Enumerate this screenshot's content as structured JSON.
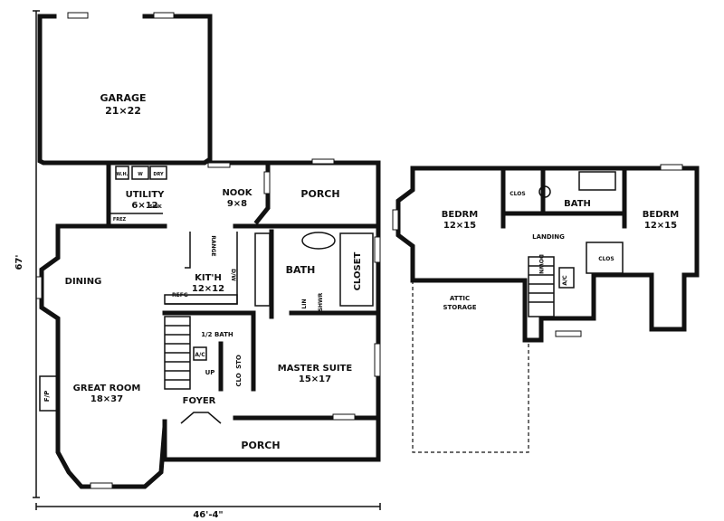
{
  "overall_depth": "67'",
  "overall_width": "46'-4\"",
  "first_floor": {
    "garage": {
      "name": "GARAGE",
      "size": "21×22"
    },
    "utility": {
      "name": "UTILITY",
      "size": "6×12"
    },
    "nook": {
      "name": "NOOK",
      "size": "9×8"
    },
    "porch_rear": "PORCH",
    "kitchen": {
      "name": "KIT'H",
      "size": "12×12"
    },
    "bath": "BATH",
    "closet": "CLOSET",
    "dining": "DINING",
    "great_room": {
      "name": "GREAT ROOM",
      "size": "18×37"
    },
    "master_suite": {
      "name": "MASTER SUITE",
      "size": "15×17"
    },
    "foyer": "FOYER",
    "porch_front": "PORCH",
    "half_bath": "1/2 BATH",
    "fireplace": "F/P",
    "up": "UP",
    "sto": "STO",
    "clo": "CLO",
    "ac": "A/C",
    "refg": "REFG",
    "range": "RANGE",
    "dw": "D/W",
    "lin": "LIN",
    "shwr": "SHWR",
    "wd": "W",
    "dryer": "DRY",
    "water_heater": "W.H.",
    "sink": "SINK",
    "freezer": "FREZ"
  },
  "second_floor": {
    "bedroom_left": {
      "name": "BEDRM",
      "size": "12×15"
    },
    "bedroom_right": {
      "name": "BEDRM",
      "size": "12×15"
    },
    "bath": "BATH",
    "landing": "LANDING",
    "clo_left": "CLOS",
    "clo_right": "CLOS",
    "attic": "ATTIC",
    "storage": "STORAGE",
    "down": "DOWN",
    "ac": "A/C"
  }
}
